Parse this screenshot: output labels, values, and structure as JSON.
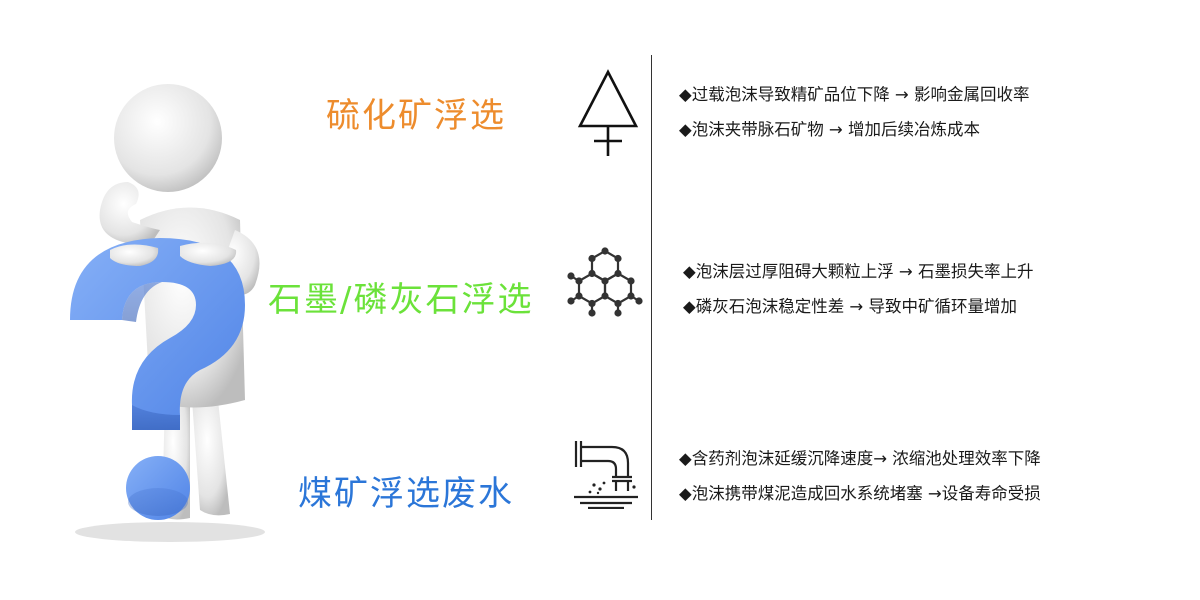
{
  "colors": {
    "sulfide": "#ED8C2D",
    "graphite": "#6BE23A",
    "coal": "#2B76D8",
    "question_mark": "#6E9CF2"
  },
  "figure": {
    "icon": "thinking-person-question-mark-icon"
  },
  "categories": [
    {
      "title": "硫化矿浮选",
      "icon": "sulfur-symbol-icon",
      "bullets": [
        "◆过载泡沫导致精矿品位下降 → 影响金属回收率",
        "◆泡沫夹带脉石矿物 → 增加后续冶炼成本"
      ]
    },
    {
      "title": "石墨/磷灰石浮选",
      "icon": "graphene-molecule-icon",
      "bullets": [
        "◆泡沫层过厚阻碍大颗粒上浮 → 石墨损失率上升",
        "◆磷灰石泡沫稳定性差 → 导致中矿循环量增加"
      ]
    },
    {
      "title": "煤矿浮选废水",
      "icon": "wastewater-pipe-icon",
      "bullets": [
        "◆含药剂泡沫延缓沉降速度→ 浓缩池处理效率下降",
        "◆泡沫携带煤泥造成回水系统堵塞 →设备寿命受损"
      ]
    }
  ]
}
